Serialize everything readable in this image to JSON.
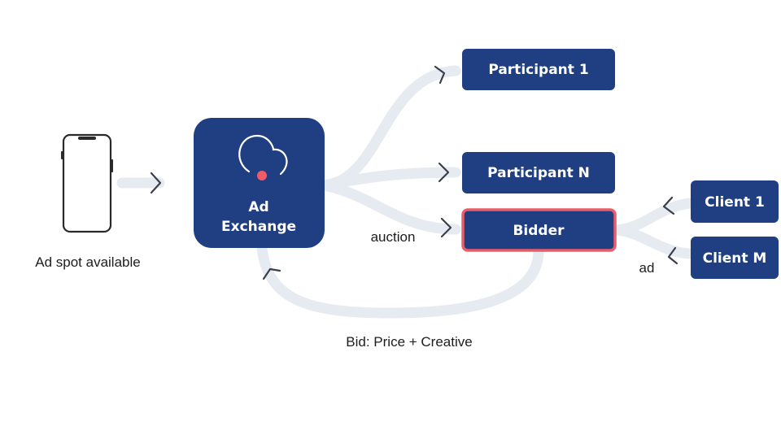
{
  "colors": {
    "node_fill": "#1f3f82",
    "highlight_border": "#e85d6a",
    "flow_line": "#e6ebf2",
    "accent_dot": "#f15b67"
  },
  "phone": {
    "icon": "smartphone-icon",
    "caption": "Ad spot available"
  },
  "exchange": {
    "icon": "cloud-icon",
    "line1": "Ad",
    "line2": "Exchange"
  },
  "participants": [
    {
      "label": "Participant 1"
    },
    {
      "label": "Participant N"
    }
  ],
  "bidder": {
    "label": "Bidder"
  },
  "clients": [
    {
      "label": "Client 1"
    },
    {
      "label": "Client M"
    }
  ],
  "edge_labels": {
    "auction": "auction",
    "ad": "ad",
    "bid": "Bid: Price + Creative"
  }
}
